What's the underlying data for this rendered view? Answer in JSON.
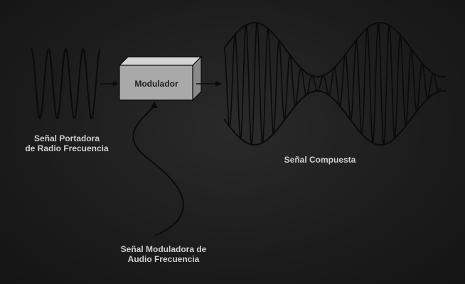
{
  "labels": {
    "carrier_line1": "Señal Portadora",
    "carrier_line2": "de Radio Frecuencia",
    "modulator_box": "Modulador",
    "modulating_line1": "Señal Moduladora de",
    "modulating_line2": "Audio Frecuencia",
    "composite": "Señal Compuesta"
  },
  "colors": {
    "background": "#1e1e1e",
    "box_front": "#a9a9a9",
    "box_top": "#d4d4d4",
    "box_side": "#8a8a8a",
    "line": "#0a0a0a",
    "text": "#cfcfcf"
  }
}
